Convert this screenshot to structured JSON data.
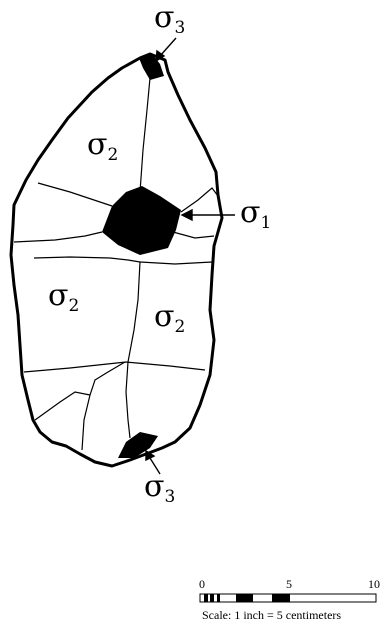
{
  "diagram": {
    "outline_color": "#000000",
    "fill_color": "#ffffff",
    "stress_region_color": "#000000",
    "labels": [
      {
        "id": "sigma3-top",
        "symbol": "σ",
        "subscript": "3"
      },
      {
        "id": "sigma2-upper",
        "symbol": "σ",
        "subscript": "2"
      },
      {
        "id": "sigma1",
        "symbol": "σ",
        "subscript": "1"
      },
      {
        "id": "sigma2-left",
        "symbol": "σ",
        "subscript": "2"
      },
      {
        "id": "sigma2-right",
        "symbol": "σ",
        "subscript": "2"
      },
      {
        "id": "sigma3-bottom",
        "symbol": "σ",
        "subscript": "3"
      }
    ]
  },
  "scale_bar": {
    "tick_labels": [
      "0",
      "5",
      "10"
    ],
    "caption": "Scale:  1 inch = 5 centimeters"
  }
}
